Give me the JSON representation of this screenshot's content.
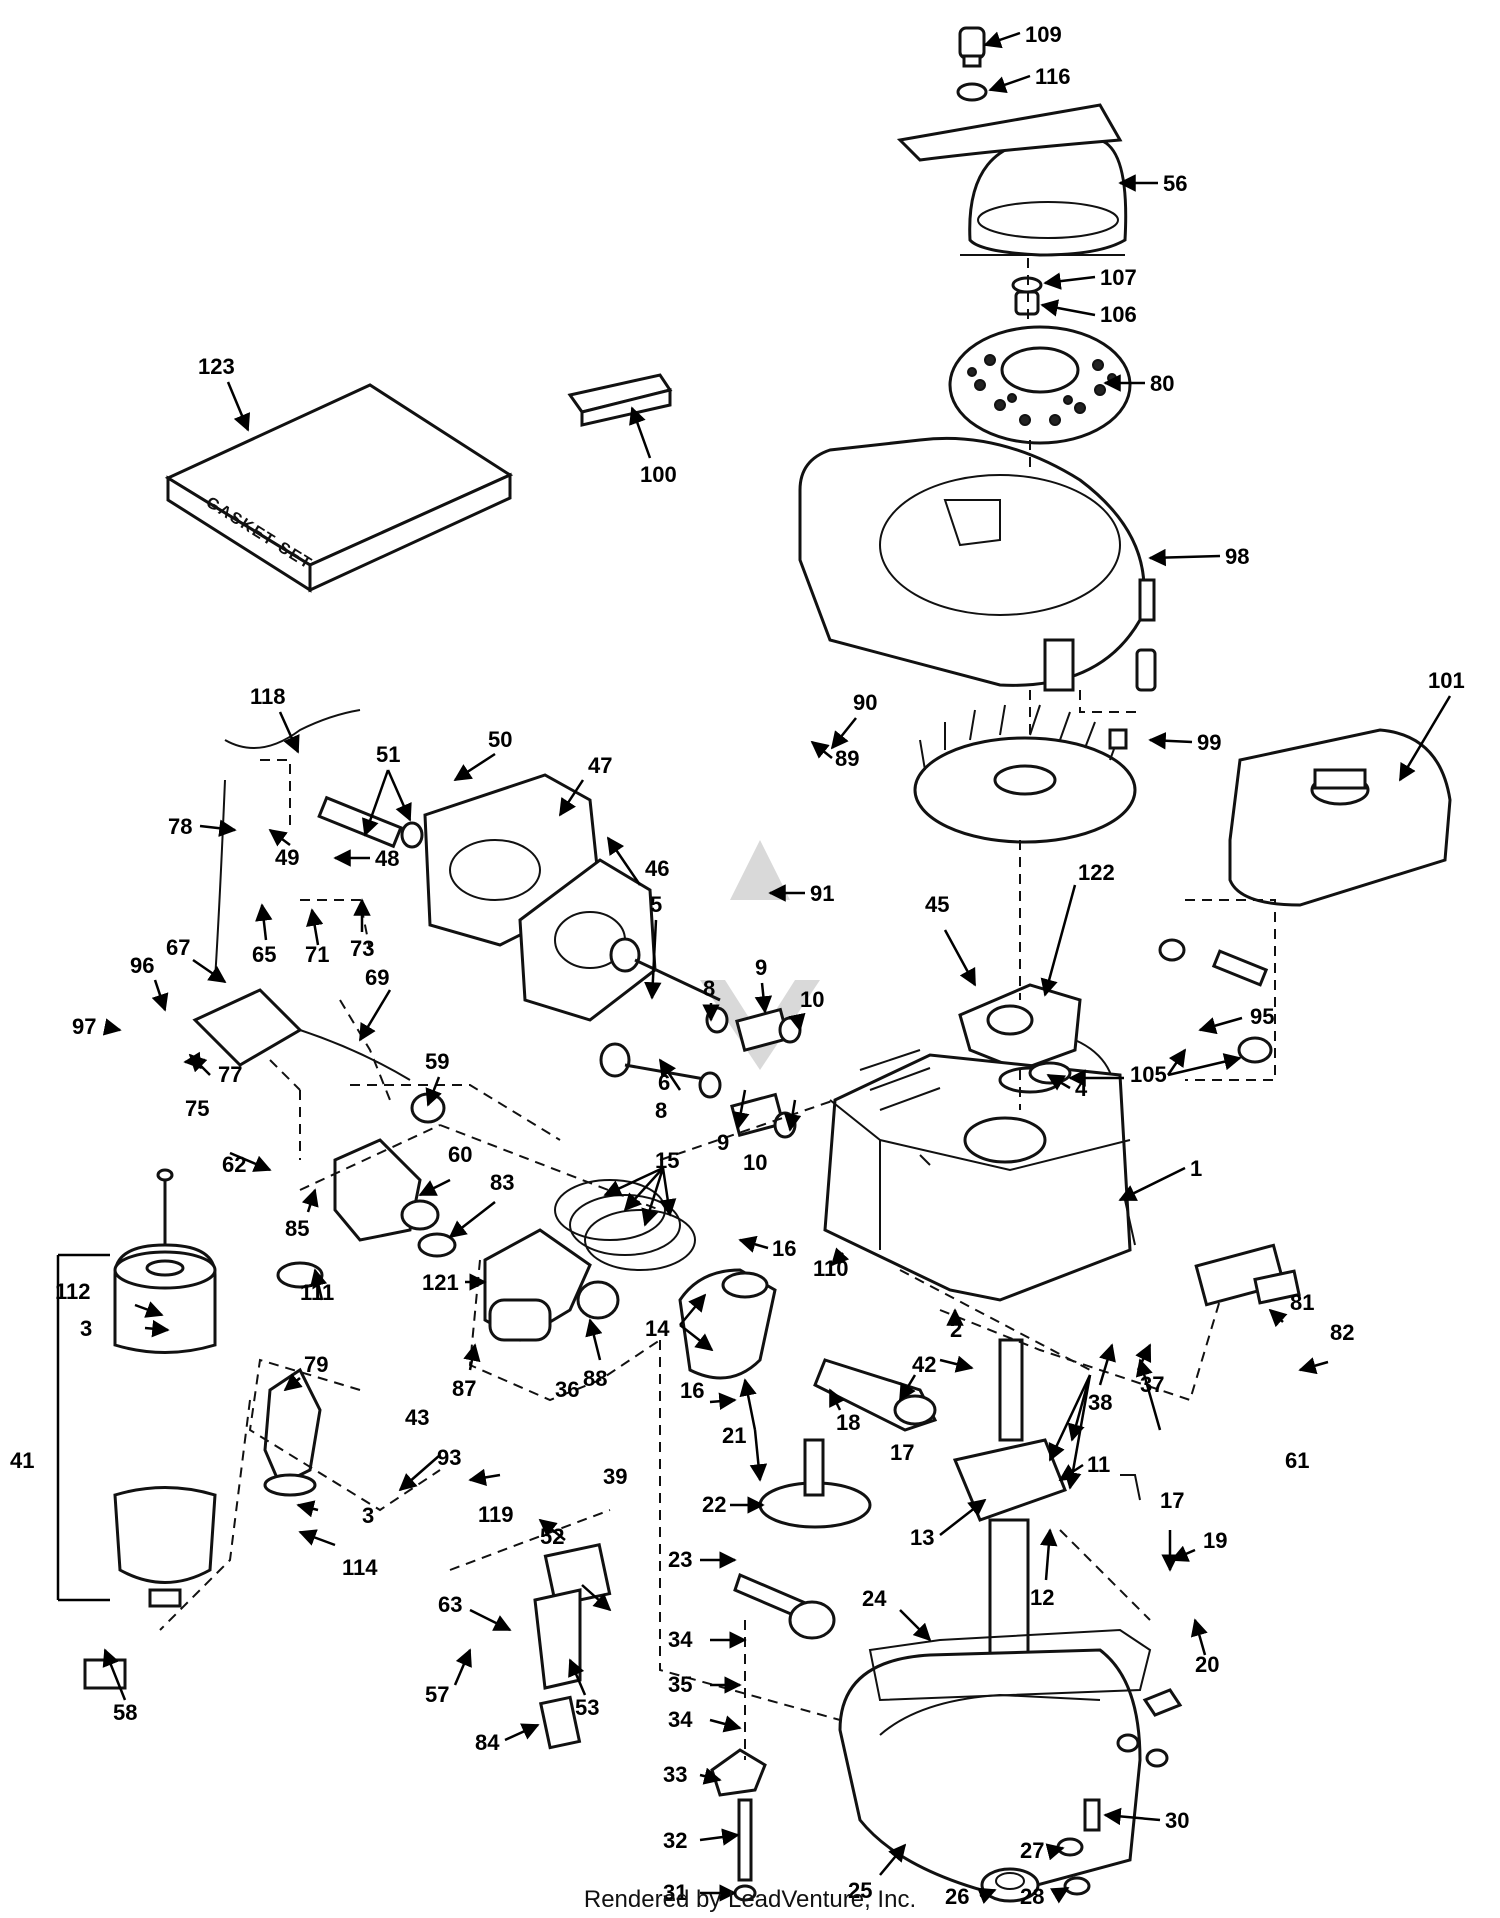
{
  "diagram": {
    "footer": "Rendered by LeadVenture, Inc.",
    "gasket_set_label": "GASKET SET",
    "callouts": [
      "109",
      "116",
      "56",
      "107",
      "106",
      "80",
      "123",
      "100",
      "98",
      "101",
      "118",
      "50",
      "51",
      "47",
      "90",
      "89",
      "99",
      "78",
      "49",
      "48",
      "46",
      "91",
      "65",
      "71",
      "73",
      "67",
      "5",
      "45",
      "122",
      "96",
      "97",
      "8",
      "9",
      "10",
      "95",
      "69",
      "77",
      "75",
      "6",
      "4",
      "105",
      "59",
      "8",
      "9",
      "10",
      "62",
      "60",
      "15",
      "83",
      "1",
      "85",
      "16",
      "110",
      "112",
      "111",
      "121",
      "3",
      "87",
      "88",
      "14",
      "2",
      "81",
      "82",
      "79",
      "16",
      "42",
      "37",
      "38",
      "61",
      "43",
      "36",
      "21",
      "18",
      "17",
      "11",
      "41",
      "93",
      "119",
      "39",
      "22",
      "13",
      "3",
      "17",
      "19",
      "114",
      "52",
      "23",
      "24",
      "12",
      "20",
      "63",
      "34",
      "35",
      "53",
      "57",
      "34",
      "58",
      "84",
      "33",
      "32",
      "30",
      "31",
      "25",
      "27",
      "26",
      "28"
    ]
  }
}
